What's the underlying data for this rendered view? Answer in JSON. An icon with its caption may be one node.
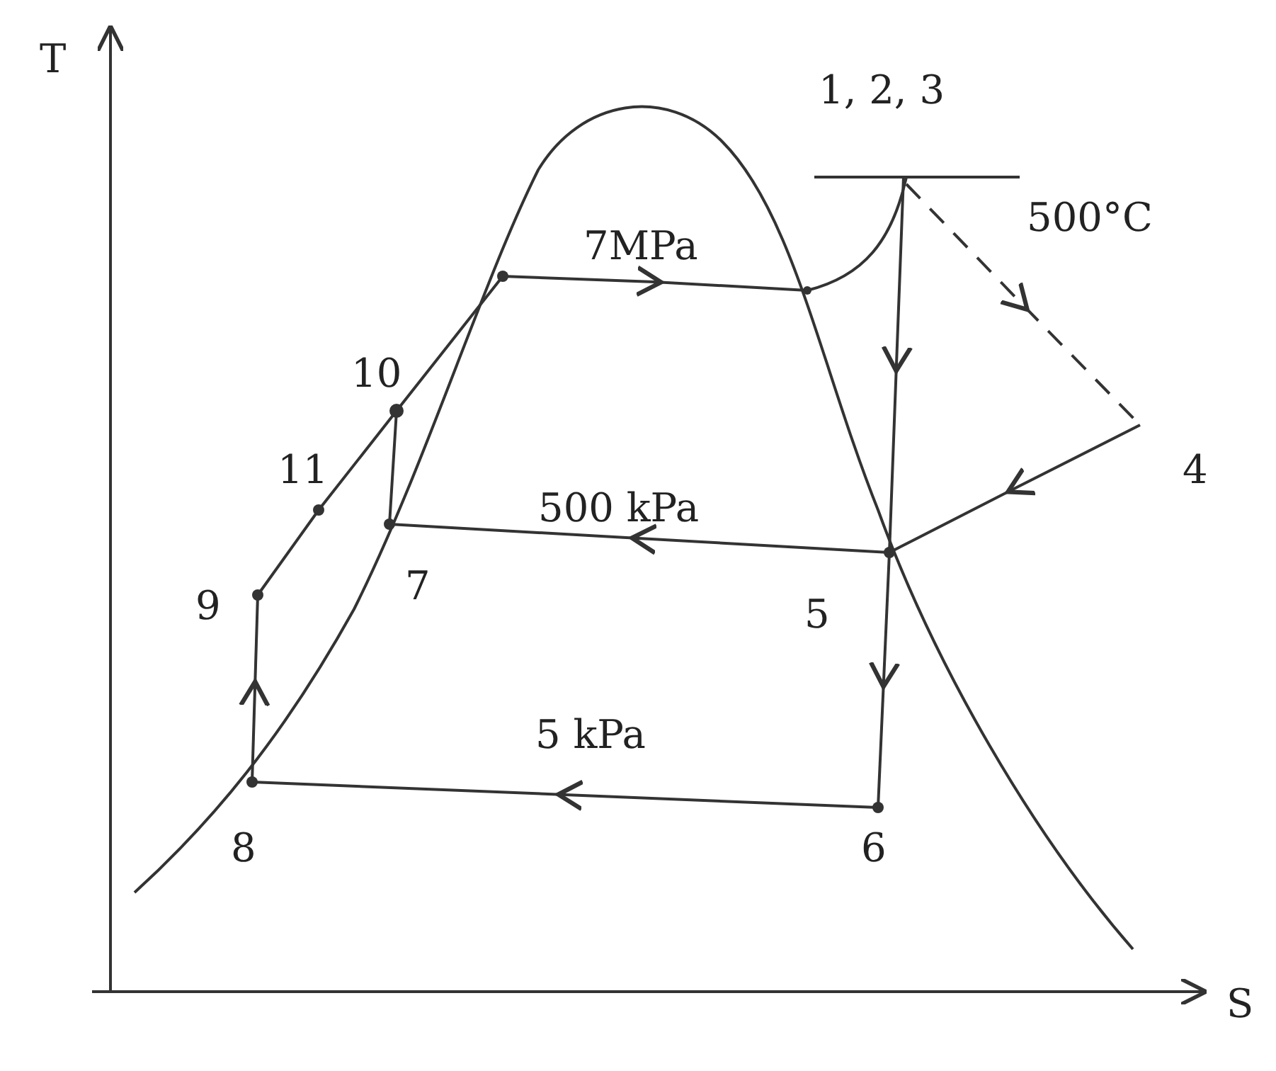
{
  "diagram": {
    "labels": [
      "T",
      "1, 2, 3",
      "500°C",
      "7MPa",
      "10",
      "11",
      "9",
      "7",
      "500 kPa",
      "5",
      "4",
      "5 kPa",
      "8",
      "6",
      "S"
    ]
  }
}
